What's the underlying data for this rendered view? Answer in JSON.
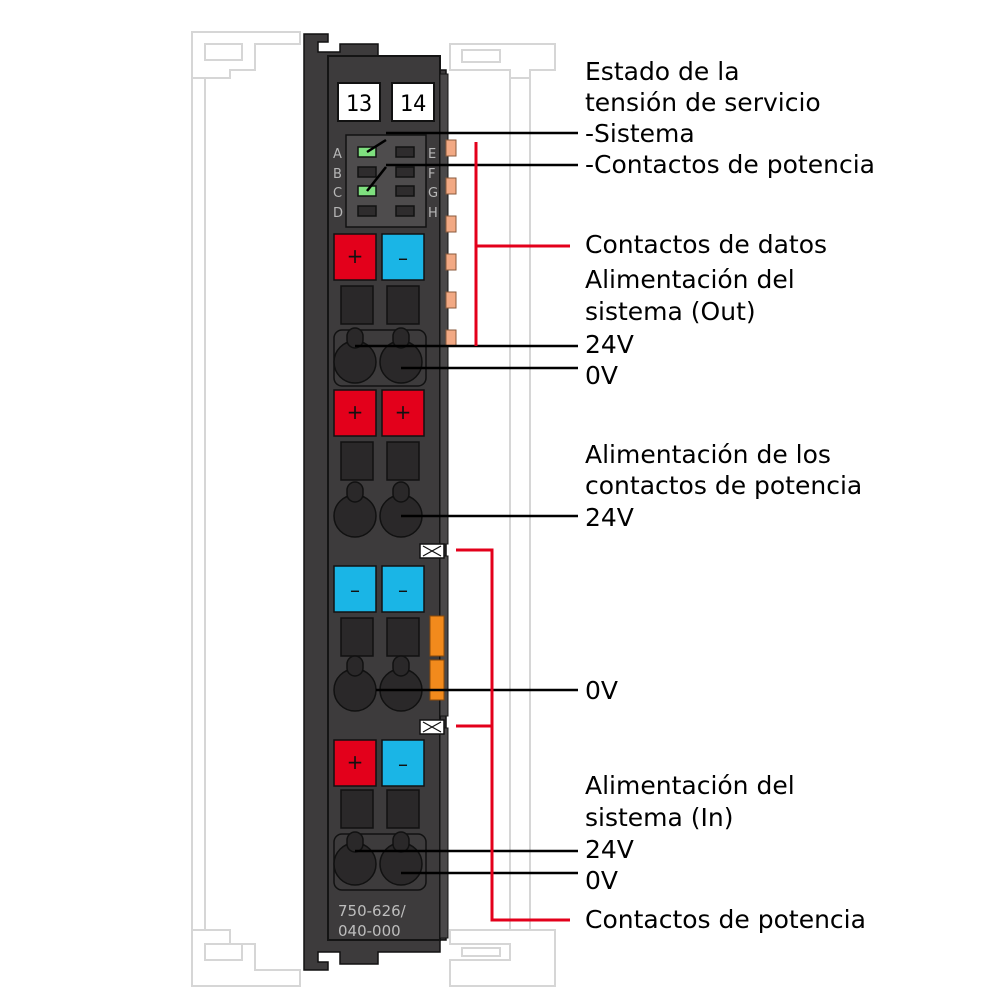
{
  "module": {
    "number_left": "13",
    "number_right": "14",
    "part_number_line1": "750-626/",
    "part_number_line2": "040-000",
    "led_letters_left": [
      "A",
      "B",
      "C",
      "D"
    ],
    "led_letters_right": [
      "E",
      "F",
      "G",
      "H"
    ],
    "plus_symbol": "+",
    "minus_symbol": "–"
  },
  "labels": {
    "status_line1": "Estado de la",
    "status_line2": "tensión de servicio",
    "system": "-Sistema",
    "power_contacts_status": "-Contactos de potencia",
    "data_contacts": "Contactos de datos",
    "system_out_line1": "Alimentación del",
    "system_out_line2": "sistema (Out)",
    "out_24v": "24V",
    "out_0v": "0V",
    "power_feed_line1": "Alimentación de los",
    "power_feed_line2": "contactos de potencia",
    "power_feed_24v": "24V",
    "mid_0v": "0V",
    "system_in_line1": "Alimentación del",
    "system_in_line2": "sistema (In)",
    "in_24v": "24V",
    "in_0v": "0V",
    "power_contacts": "Contactos de potencia"
  },
  "colors": {
    "housing": "#3d3b3c",
    "plus_terminal": "#e3001b",
    "minus_terminal": "#1ab5e6",
    "led_green": "#7fe07f",
    "bracket_red": "#e3001b",
    "power_contact_orange": "#f28a1c",
    "rail_outline": "#d8d8d8"
  }
}
